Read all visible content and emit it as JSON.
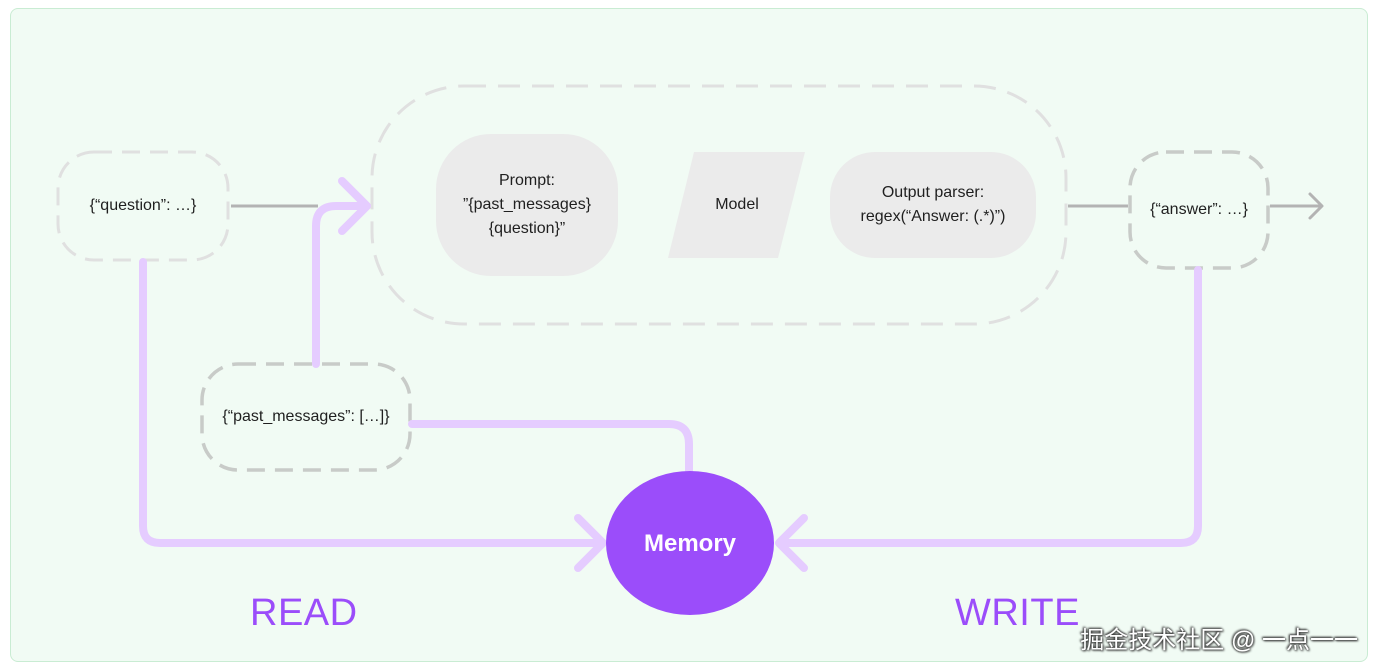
{
  "nodes": {
    "question": "{“question”: …}",
    "prompt": "Prompt:\n”{past_messages}\n{question}”",
    "model": "Model",
    "output_parser": "Output parser:\nregex(“Answer: (.*)”)",
    "answer": "{“answer”: …}",
    "past_messages": "{“past_messages”: […]}",
    "memory": "Memory"
  },
  "labels": {
    "read": "READ",
    "write": "WRITE"
  },
  "watermark": "掘金技术社区 @ 一点一一",
  "colors": {
    "panel_bg": "#f1fbf4",
    "purple_line": "#e5ccff",
    "memory_fill": "#9b4dfa",
    "accent_text": "#9b4dfa",
    "grey_box": "#ebebeb",
    "dashed_light": "#e0e0e0",
    "dashed_dark": "#c8cbc8",
    "grey_arrow": "#b3b3b3"
  }
}
